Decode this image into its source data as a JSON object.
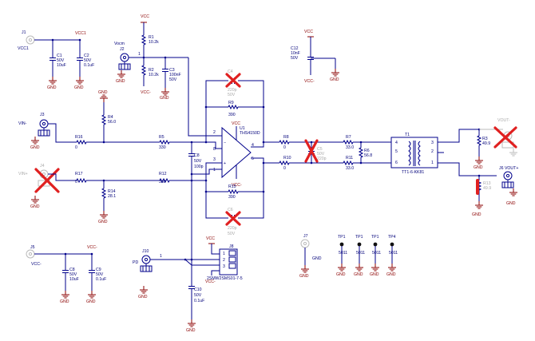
{
  "rails": {
    "vcc": "VCC",
    "vcc1": "VCC1",
    "vcc_minus": "VCC-",
    "gnd": "GND"
  },
  "parts": {
    "j1": {
      "ref": "J1",
      "net": "VCC1"
    },
    "c1": {
      "ref": "C1",
      "v": "50V",
      "val": "10uF"
    },
    "c2": {
      "ref": "C2",
      "v": "50V",
      "val": "0.1uF"
    },
    "vocm": "Vocm",
    "j2": "J2",
    "r1": {
      "ref": "R1",
      "val": "10.2k"
    },
    "r2": {
      "ref": "R2",
      "val": "10.2k"
    },
    "c3": {
      "ref": "C3",
      "val": "100nF",
      "v": "50V"
    },
    "c4": {
      "ref": "C4",
      "val": "220p",
      "v": "50V"
    },
    "r9": {
      "ref": "R9",
      "val": "390"
    },
    "r4": {
      "ref": "R4",
      "val": "56.0"
    },
    "vin_minus": "VIN-",
    "j3": "J3",
    "r16": {
      "ref": "R16",
      "val": "0"
    },
    "r5": {
      "ref": "R5",
      "val": "330"
    },
    "u1": {
      "ref": "U1",
      "part": "THS4150D"
    },
    "c8": {
      "ref": "C8",
      "v": "50V",
      "val": "100p"
    },
    "r8": {
      "ref": "R8",
      "val": "0"
    },
    "c5": {
      "ref": "C5",
      "v": "50V",
      "val": "220p"
    },
    "r7": {
      "ref": "R7",
      "val": "33.0"
    },
    "r6": {
      "ref": "R6",
      "val": "56.8"
    },
    "t1": {
      "ref": "T1",
      "part": "TT1-6-KK81"
    },
    "pin4": "4",
    "pin3": "3",
    "pin5": "5",
    "pin2": "2",
    "pin6": "6",
    "pin1": "1",
    "r3": {
      "ref": "R3",
      "val": "49.9"
    },
    "vout_minus": "VOUT-",
    "vin_plus": "VIN+",
    "j4": "J4",
    "r17": {
      "ref": "R17",
      "val": "0"
    },
    "r14": {
      "ref": "R14",
      "val": "28.1"
    },
    "r12": {
      "ref": "R12",
      "val": "330"
    },
    "r10": {
      "ref": "R10",
      "val": "0"
    },
    "r11": {
      "ref": "R11",
      "val": "33.0"
    },
    "r13": {
      "ref": "R13",
      "val": "49.9"
    },
    "j6": {
      "ref": "J6",
      "net": "VOUT+"
    },
    "r15": {
      "ref": "R15",
      "val": "390"
    },
    "c6": {
      "ref": "C6",
      "val": "220p",
      "v": "50V"
    },
    "j5": {
      "ref": "J5",
      "net": "VCC-"
    },
    "c8b": {
      "ref": "C8",
      "v": "50V",
      "val": "10uF"
    },
    "c9": {
      "ref": "C9",
      "v": "50V",
      "val": "0.1uF"
    },
    "j10": "J10",
    "pd": "PD",
    "j8": {
      "ref": "J8",
      "part": "2SMW2SMS01-7-5"
    },
    "c10": {
      "ref": "C10",
      "v": "50V",
      "val": "0.1uF"
    },
    "j7": {
      "ref": "J7",
      "net": "GND"
    },
    "tp1": {
      "ref": "TP1",
      "val": "5011"
    },
    "tp2": {
      "ref": "TP1",
      "val": "5011"
    },
    "tp3": {
      "ref": "TP1",
      "val": "5011"
    },
    "tp4": {
      "ref": "TP4",
      "val": "5011"
    },
    "c12": {
      "ref": "C12",
      "val": "10nF",
      "v": "50V"
    }
  },
  "pins": {
    "p2": "2",
    "p3": "3",
    "p8": "8",
    "p1": "1",
    "p4": "4",
    "p5": "5"
  }
}
